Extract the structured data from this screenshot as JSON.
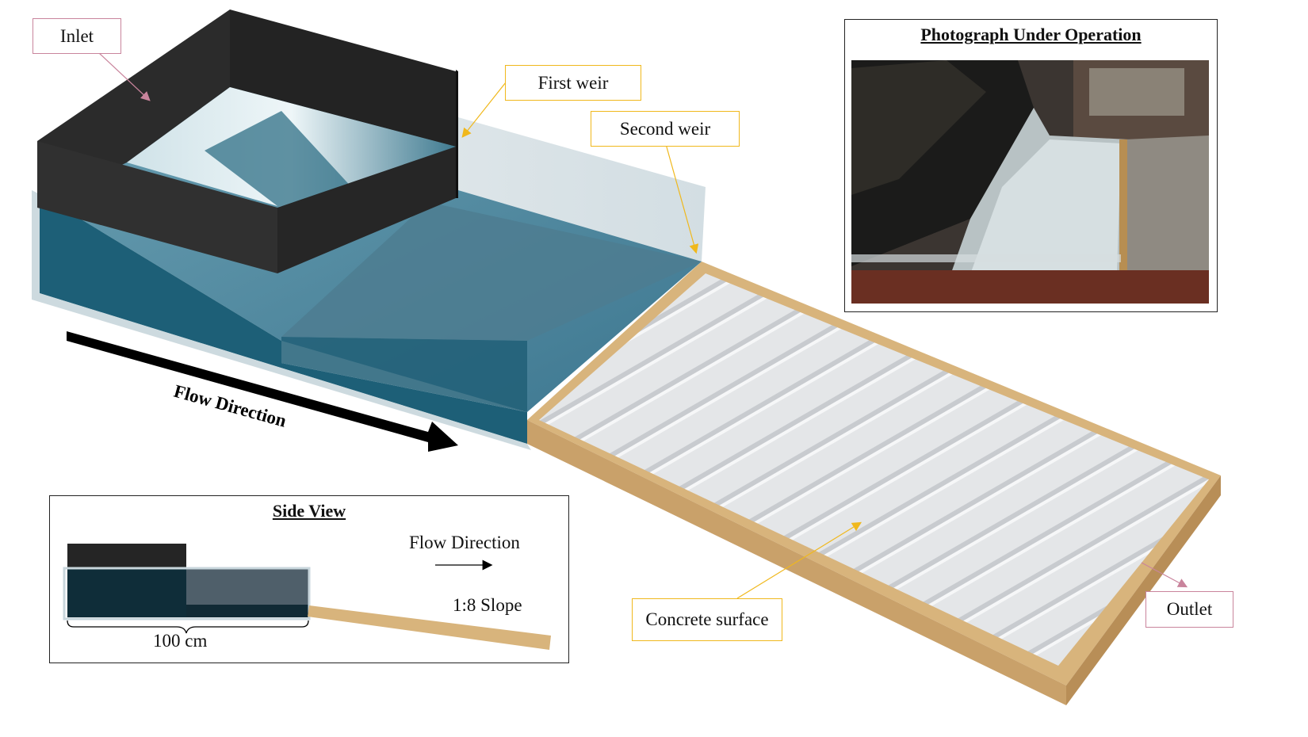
{
  "labels": {
    "inlet": "Inlet",
    "first_weir": "First weir",
    "second_weir": "Second weir",
    "concrete_surface": "Concrete surface",
    "outlet": "Outlet",
    "flow_direction": "Flow Direction"
  },
  "photo_panel": {
    "title": "Photograph Under Operation"
  },
  "side_view": {
    "title": "Side View",
    "flow_direction": "Flow Direction",
    "slope": "1:8 Slope",
    "length": "100 cm"
  },
  "colors": {
    "water": "#1d5f77",
    "dark_wall": "#2a2a2a",
    "wood": "#d8b47c",
    "concrete": "#e6e8ea",
    "callout_pink": "#c9849c",
    "callout_gold": "#f0b81c"
  }
}
